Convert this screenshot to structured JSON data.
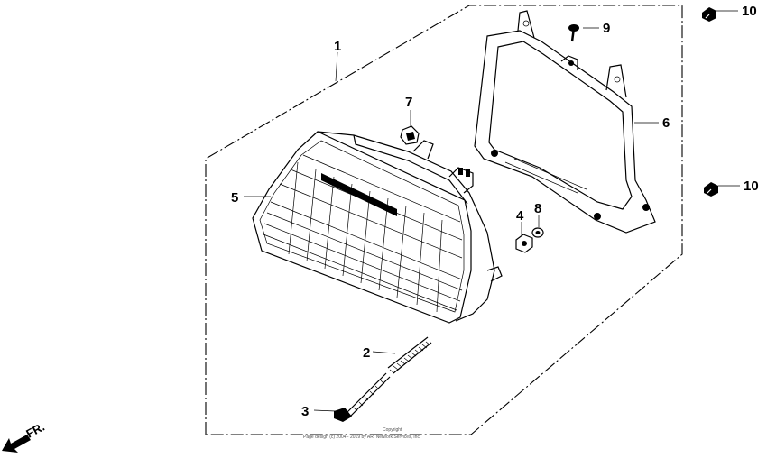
{
  "diagram": {
    "callouts": {
      "c1": "1",
      "c2": "2",
      "c3": "3",
      "c4": "4",
      "c5": "5",
      "c6": "6",
      "c7": "7",
      "c8": "8",
      "c9": "9",
      "c10a": "10",
      "c10b": "10"
    },
    "direction_label": "FR.",
    "copyright_line1": "Copyright",
    "copyright_line2": "Page design (c) 2004 - 2019 by ARI Network Services, Inc."
  }
}
